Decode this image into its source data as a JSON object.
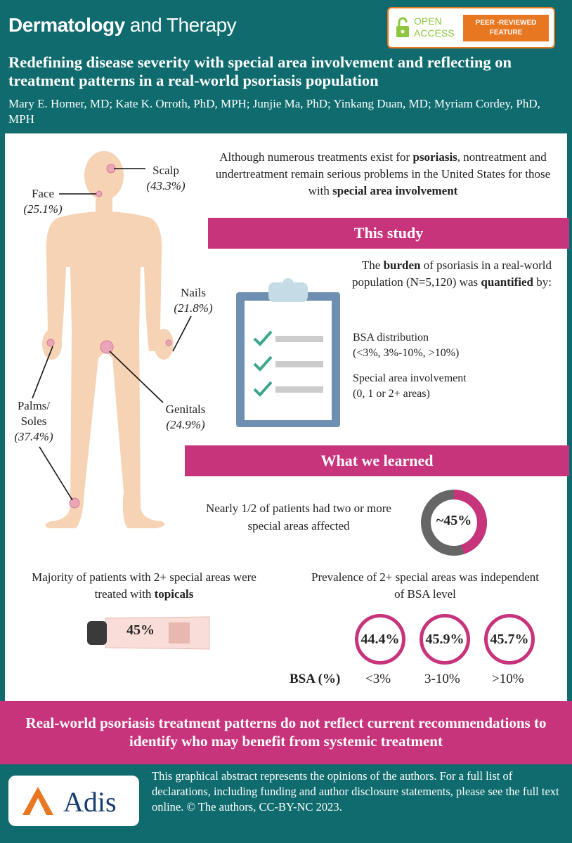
{
  "header": {
    "journal_bold": "Dermatology",
    "journal_rest": " and Therapy",
    "open_access": [
      "OPEN",
      "ACCESS"
    ],
    "peer_reviewed": [
      "PEER -REVIEWED",
      "FEATURE"
    ],
    "title": "Redefining disease severity with special area involvement and reflecting on treatment patterns in a real-world psoriasis population",
    "authors": "Mary E. Horner, MD; Kate K. Orroth, PhD, MPH; Junjie Ma, PhD; Yinkang Duan, MD; Myriam Cordey, PhD, MPH"
  },
  "areas": {
    "scalp": {
      "name": "Scalp",
      "pct": "(43.3%)"
    },
    "face": {
      "name": "Face",
      "pct": "(25.1%)"
    },
    "nails": {
      "name": "Nails",
      "pct": "(21.8%)"
    },
    "genitals": {
      "name": "Genitals",
      "pct": "(24.9%)"
    },
    "palms": {
      "name1": "Palms/",
      "name2": "Soles",
      "pct": "(37.4%)"
    }
  },
  "intro": {
    "t1": "Although numerous treatments exist for ",
    "b1": "psoriasis",
    "t2": ", nontreatment and undertreatment remain serious problems in the United States for those with ",
    "b2": "special area involvement"
  },
  "study": {
    "heading": "This study",
    "b_t1": "The ",
    "b_b1": "burden",
    "b_t2": " of psoriasis in a real-world population (N=5,120) was ",
    "b_b2": "quantified",
    "b_t3": " by:",
    "item1_line1": "BSA distribution",
    "item1_line2": "(<3%, 3%-10%, >10%)",
    "item2_line1": "Special area involvement",
    "item2_line2": "(0, 1 or 2+ areas)"
  },
  "learned": {
    "heading": "What we learned",
    "nearly": "Nearly 1/2 of patients had two or more special areas affected",
    "donut_label": "~45%",
    "donut_fraction": 0.45,
    "majority_t1": "Majority of patients with 2+ special areas were treated with ",
    "majority_b1": "topicals",
    "tube_label": "45%",
    "prev": "Prevalence of 2+ special areas was independent of BSA level",
    "bsa_head": "BSA (%)",
    "bsa": [
      {
        "value": "44.4%",
        "cat": "<3%"
      },
      {
        "value": "45.9%",
        "cat": "3-10%"
      },
      {
        "value": "45.7%",
        "cat": ">10%"
      }
    ]
  },
  "conclusion": "Real-world psoriasis treatment patterns do not reflect current recommendations to identify who may benefit from systemic treatment",
  "footer": {
    "logo": "Adis",
    "text": "This graphical abstract represents the opinions of the authors. For a full list of declarations, including funding and author disclosure statements, please see the full text online. © The authors, CC-BY-NC 2023."
  },
  "colors": {
    "teal": "#0f6b6e",
    "magenta": "#c8347c",
    "skin": "#f6d3b4",
    "orange": "#e87722",
    "green": "#8dc63f"
  }
}
